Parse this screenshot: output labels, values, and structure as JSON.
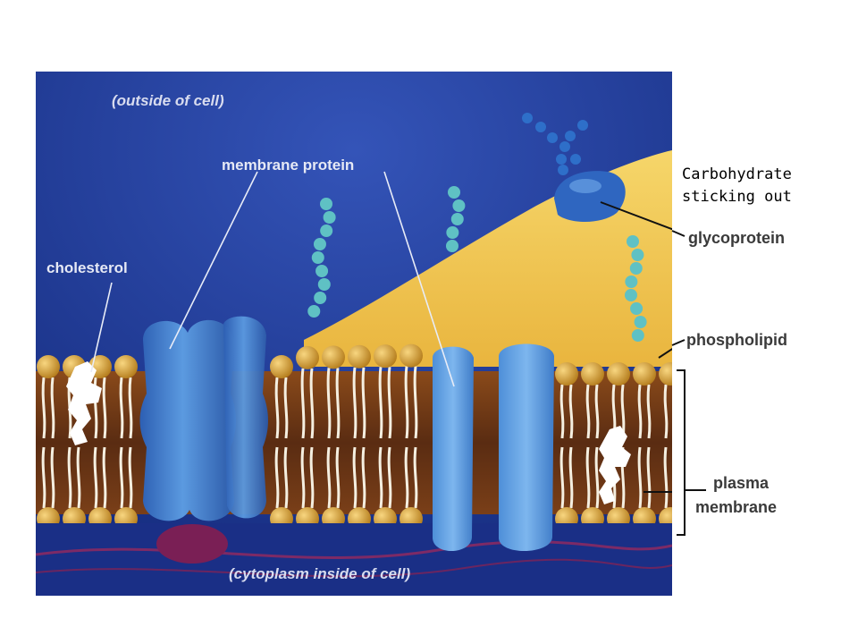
{
  "labels": {
    "outside": "(outside of cell)",
    "membrane_protein": "membrane protein",
    "cholesterol": "cholesterol",
    "cytoplasm": "(cytoplasm inside of cell)",
    "glycoprotein": "glycoprotein",
    "phospholipid": "phospholipid",
    "plasma_line1": "plasma",
    "plasma_line2": "membrane"
  },
  "annotation": {
    "line1": "Carbohydrate",
    "line2": "sticking out"
  },
  "colors": {
    "background": "#1f3a95",
    "protein": "#3f7fd0",
    "lipid_head": "#d9a43a",
    "glycocalyx": "#f3cf5c",
    "carbohydrate": "#5fc1c4"
  }
}
